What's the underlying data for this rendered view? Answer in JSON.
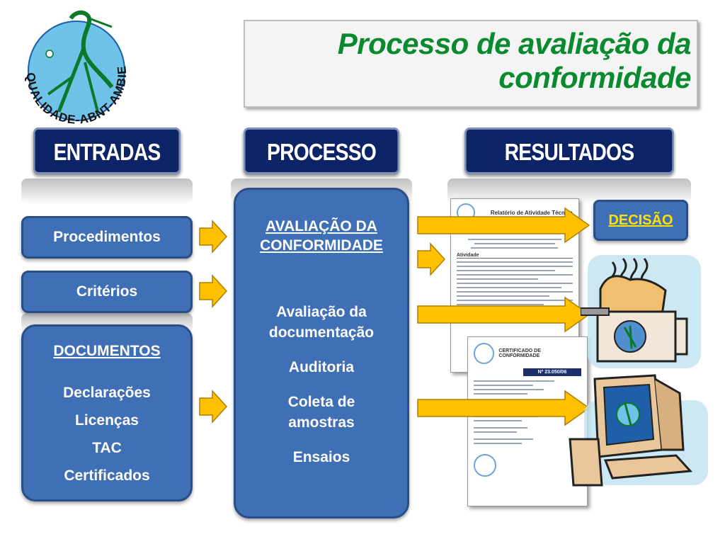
{
  "title": {
    "line1": "Processo de avaliação da",
    "line2": "conformidade"
  },
  "logo": {
    "text": "QUALIDADE-ABNT-AMBIENTAL"
  },
  "headers": {
    "inputs": "ENTRADAS",
    "process": "PROCESSO",
    "results": "RESULTADOS"
  },
  "inputs": {
    "procedures": "Procedimentos",
    "criteria": "Critérios",
    "documents": {
      "heading": "DOCUMENTOS",
      "items": [
        "Declarações",
        "Licenças",
        "TAC",
        "Certificados"
      ]
    }
  },
  "process": {
    "heading_line1": "AVALIAÇÃO DA",
    "heading_line2": "CONFORMIDADE",
    "items": [
      "Avaliação da documentação",
      "Auditoria",
      "Coleta de amostras",
      "Ensaios"
    ]
  },
  "results": {
    "decision": "DECISÃO",
    "report": {
      "title": "Relatório de Atividade Técnica",
      "section": "Atividade"
    },
    "certificate": {
      "title": "CERTIFICADO DE CONFORMIDADE",
      "number": "Nº 23.050/06"
    }
  },
  "colors": {
    "header": "#0c2466",
    "box": "#3f6fb5",
    "arrow": "#ffc000",
    "title": "#0a8a2e",
    "decision": "#ffe000"
  }
}
